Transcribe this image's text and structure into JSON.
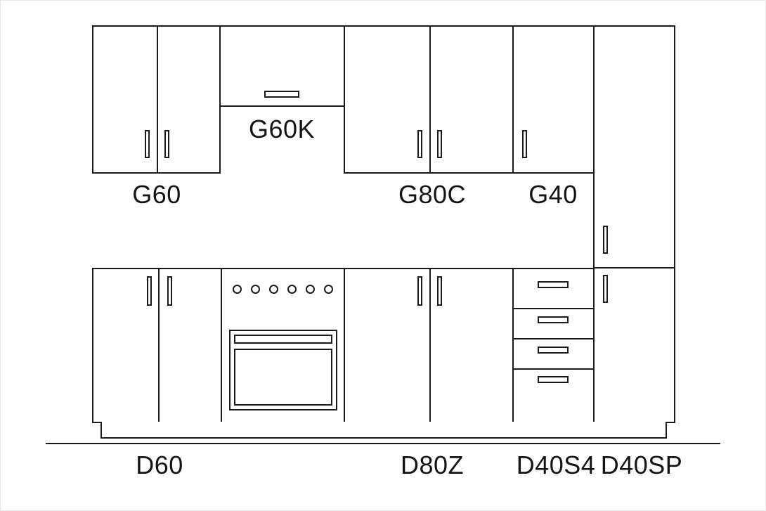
{
  "colors": {
    "line": "#1b1b1b",
    "background": "#ffffff",
    "text": "#141414"
  },
  "labels": {
    "upper": [
      {
        "label": "G60"
      },
      {
        "label": "G60K"
      },
      {
        "label": "G80C"
      },
      {
        "label": "G40"
      }
    ],
    "lower": [
      {
        "label": "D60"
      },
      {
        "label": "D80Z"
      },
      {
        "label": "D40S4"
      },
      {
        "label": "D40SP"
      }
    ]
  }
}
